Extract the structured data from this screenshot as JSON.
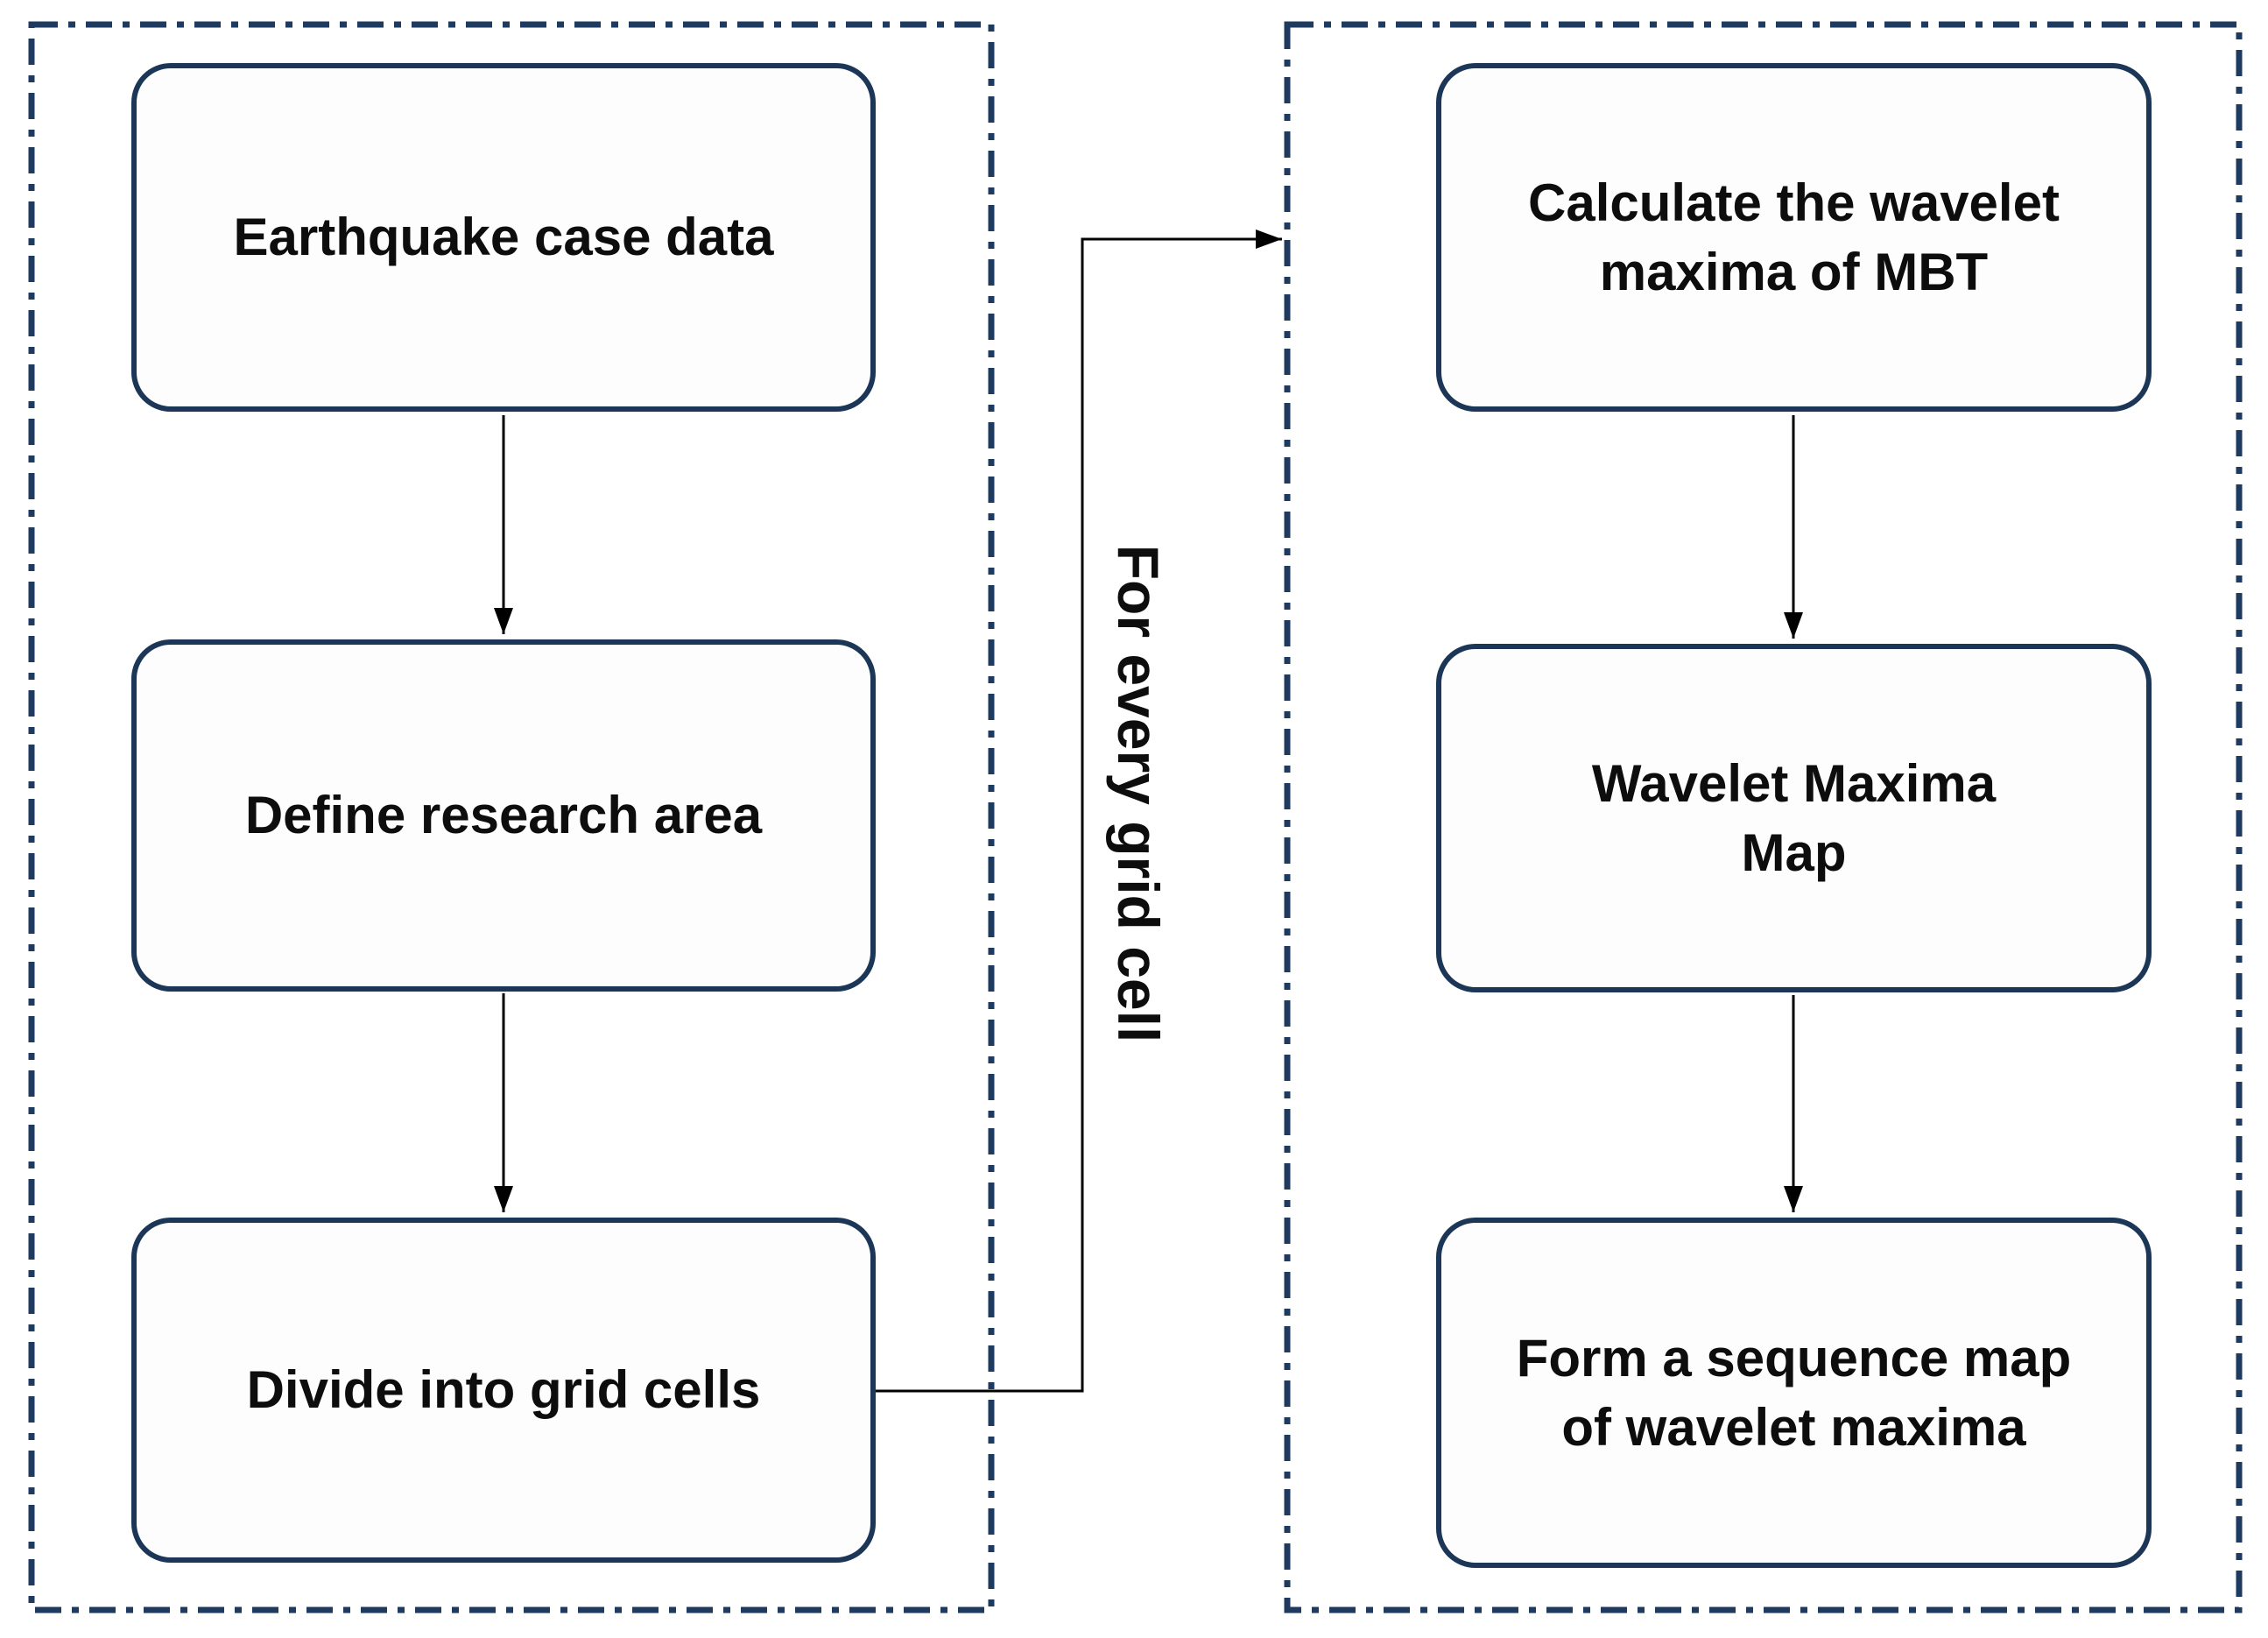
{
  "colors": {
    "container_border": "#1f3a5f",
    "box_border": "#1b3656",
    "box_fill": "#fdfdfe",
    "text_color": "#0d0d0d",
    "arrow_color": "#000000"
  },
  "left_panel": {
    "boxes": [
      {
        "label": "Earthquake case data"
      },
      {
        "label": "Define research area"
      },
      {
        "label": "Divide into grid cells"
      }
    ]
  },
  "right_panel": {
    "boxes": [
      {
        "label": "Calculate the wavelet\nmaxima of MBT"
      },
      {
        "label": "Wavelet Maxima\nMap"
      },
      {
        "label": "Form a sequence map\nof wavelet maxima"
      }
    ]
  },
  "connector": {
    "label": "For every grid cell"
  }
}
